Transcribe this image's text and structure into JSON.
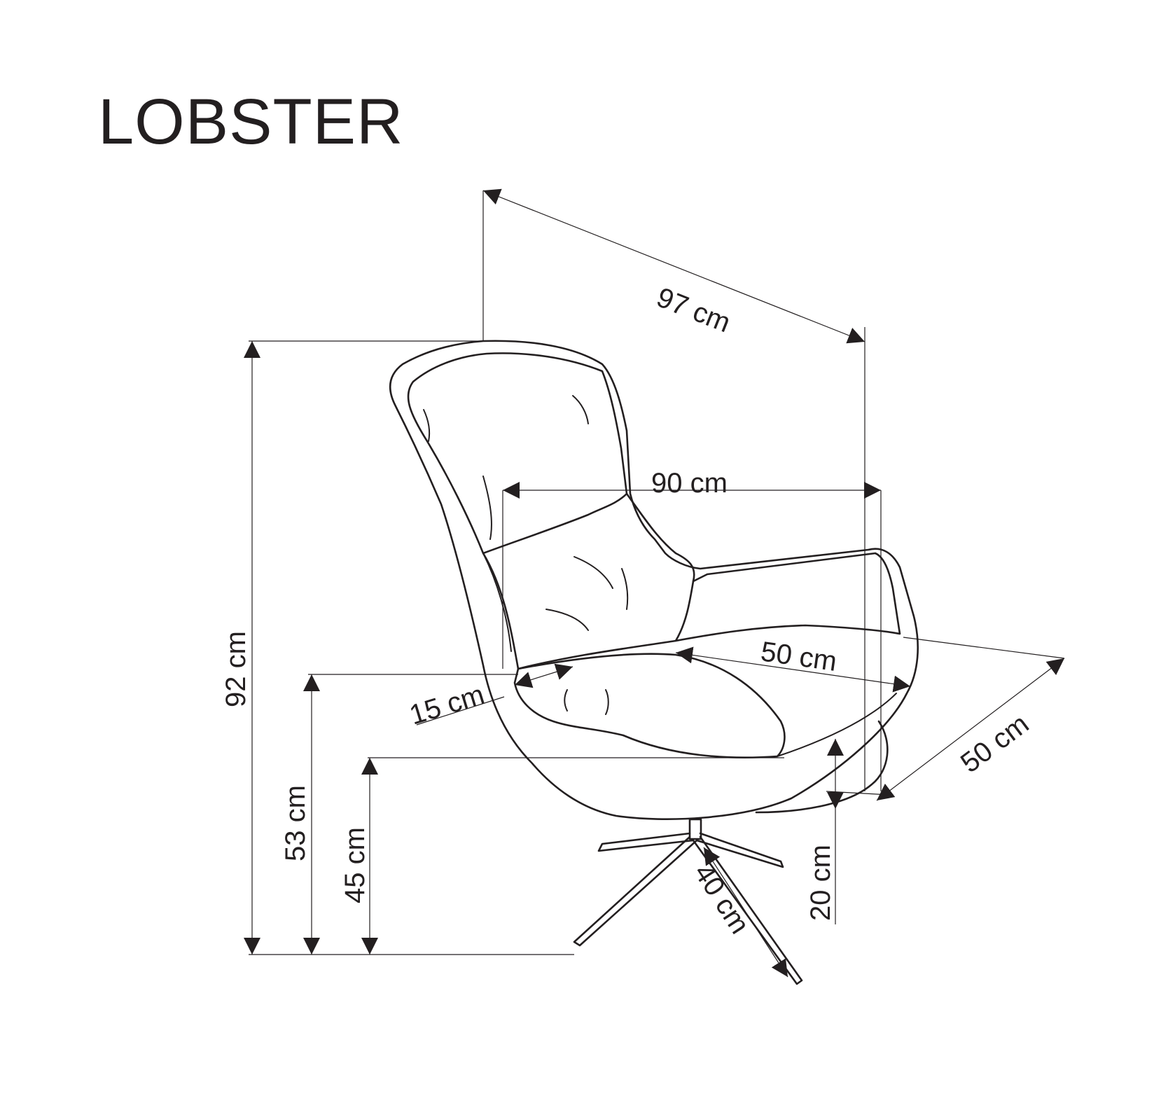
{
  "title": "LOBSTER",
  "dimensions": {
    "depth": "97 cm",
    "height": "92 cm",
    "width": "90 cm",
    "seat_depth": "50 cm",
    "seat_width": "50 cm",
    "seat_height": "45 cm",
    "armrest_height": "53 cm",
    "armrest_width": "15 cm",
    "seat_thickness": "20 cm",
    "leg_length": "40 cm"
  },
  "colors": {
    "ink": "#231f20",
    "background": "#ffffff"
  }
}
